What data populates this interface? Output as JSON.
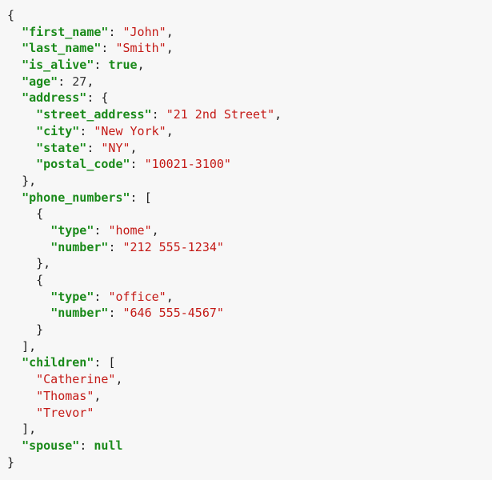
{
  "colors": {
    "background": "#f7f7f7",
    "key": "#1a8a1a",
    "string": "#c41a16",
    "keyword": "#1a8a1a",
    "punctuation": "#222222"
  },
  "lines": [
    [
      {
        "t": "punct",
        "v": "{"
      }
    ],
    [
      {
        "t": "ws",
        "v": "  "
      },
      {
        "t": "key",
        "v": "\"first_name\""
      },
      {
        "t": "punct",
        "v": ": "
      },
      {
        "t": "string",
        "v": "\"John\""
      },
      {
        "t": "punct",
        "v": ","
      }
    ],
    [
      {
        "t": "ws",
        "v": "  "
      },
      {
        "t": "key",
        "v": "\"last_name\""
      },
      {
        "t": "punct",
        "v": ": "
      },
      {
        "t": "string",
        "v": "\"Smith\""
      },
      {
        "t": "punct",
        "v": ","
      }
    ],
    [
      {
        "t": "ws",
        "v": "  "
      },
      {
        "t": "key",
        "v": "\"is_alive\""
      },
      {
        "t": "punct",
        "v": ": "
      },
      {
        "t": "keyword",
        "v": "true"
      },
      {
        "t": "punct",
        "v": ","
      }
    ],
    [
      {
        "t": "ws",
        "v": "  "
      },
      {
        "t": "key",
        "v": "\"age\""
      },
      {
        "t": "punct",
        "v": ": "
      },
      {
        "t": "number",
        "v": "27"
      },
      {
        "t": "punct",
        "v": ","
      }
    ],
    [
      {
        "t": "ws",
        "v": "  "
      },
      {
        "t": "key",
        "v": "\"address\""
      },
      {
        "t": "punct",
        "v": ": {"
      }
    ],
    [
      {
        "t": "ws",
        "v": "    "
      },
      {
        "t": "key",
        "v": "\"street_address\""
      },
      {
        "t": "punct",
        "v": ": "
      },
      {
        "t": "string",
        "v": "\"21 2nd Street\""
      },
      {
        "t": "punct",
        "v": ","
      }
    ],
    [
      {
        "t": "ws",
        "v": "    "
      },
      {
        "t": "key",
        "v": "\"city\""
      },
      {
        "t": "punct",
        "v": ": "
      },
      {
        "t": "string",
        "v": "\"New York\""
      },
      {
        "t": "punct",
        "v": ","
      }
    ],
    [
      {
        "t": "ws",
        "v": "    "
      },
      {
        "t": "key",
        "v": "\"state\""
      },
      {
        "t": "punct",
        "v": ": "
      },
      {
        "t": "string",
        "v": "\"NY\""
      },
      {
        "t": "punct",
        "v": ","
      }
    ],
    [
      {
        "t": "ws",
        "v": "    "
      },
      {
        "t": "key",
        "v": "\"postal_code\""
      },
      {
        "t": "punct",
        "v": ": "
      },
      {
        "t": "string",
        "v": "\"10021-3100\""
      }
    ],
    [
      {
        "t": "ws",
        "v": "  "
      },
      {
        "t": "punct",
        "v": "},"
      }
    ],
    [
      {
        "t": "ws",
        "v": "  "
      },
      {
        "t": "key",
        "v": "\"phone_numbers\""
      },
      {
        "t": "punct",
        "v": ": ["
      }
    ],
    [
      {
        "t": "ws",
        "v": "    "
      },
      {
        "t": "punct",
        "v": "{"
      }
    ],
    [
      {
        "t": "ws",
        "v": "      "
      },
      {
        "t": "key",
        "v": "\"type\""
      },
      {
        "t": "punct",
        "v": ": "
      },
      {
        "t": "string",
        "v": "\"home\""
      },
      {
        "t": "punct",
        "v": ","
      }
    ],
    [
      {
        "t": "ws",
        "v": "      "
      },
      {
        "t": "key",
        "v": "\"number\""
      },
      {
        "t": "punct",
        "v": ": "
      },
      {
        "t": "string",
        "v": "\"212 555-1234\""
      }
    ],
    [
      {
        "t": "ws",
        "v": "    "
      },
      {
        "t": "punct",
        "v": "},"
      }
    ],
    [
      {
        "t": "ws",
        "v": "    "
      },
      {
        "t": "punct",
        "v": "{"
      }
    ],
    [
      {
        "t": "ws",
        "v": "      "
      },
      {
        "t": "key",
        "v": "\"type\""
      },
      {
        "t": "punct",
        "v": ": "
      },
      {
        "t": "string",
        "v": "\"office\""
      },
      {
        "t": "punct",
        "v": ","
      }
    ],
    [
      {
        "t": "ws",
        "v": "      "
      },
      {
        "t": "key",
        "v": "\"number\""
      },
      {
        "t": "punct",
        "v": ": "
      },
      {
        "t": "string",
        "v": "\"646 555-4567\""
      }
    ],
    [
      {
        "t": "ws",
        "v": "    "
      },
      {
        "t": "punct",
        "v": "}"
      }
    ],
    [
      {
        "t": "ws",
        "v": "  "
      },
      {
        "t": "punct",
        "v": "],"
      }
    ],
    [
      {
        "t": "ws",
        "v": "  "
      },
      {
        "t": "key",
        "v": "\"children\""
      },
      {
        "t": "punct",
        "v": ": ["
      }
    ],
    [
      {
        "t": "ws",
        "v": "    "
      },
      {
        "t": "string",
        "v": "\"Catherine\""
      },
      {
        "t": "punct",
        "v": ","
      }
    ],
    [
      {
        "t": "ws",
        "v": "    "
      },
      {
        "t": "string",
        "v": "\"Thomas\""
      },
      {
        "t": "punct",
        "v": ","
      }
    ],
    [
      {
        "t": "ws",
        "v": "    "
      },
      {
        "t": "string",
        "v": "\"Trevor\""
      }
    ],
    [
      {
        "t": "ws",
        "v": "  "
      },
      {
        "t": "punct",
        "v": "],"
      }
    ],
    [
      {
        "t": "ws",
        "v": "  "
      },
      {
        "t": "key",
        "v": "\"spouse\""
      },
      {
        "t": "punct",
        "v": ": "
      },
      {
        "t": "keyword",
        "v": "null"
      }
    ],
    [
      {
        "t": "punct",
        "v": "}"
      }
    ]
  ]
}
